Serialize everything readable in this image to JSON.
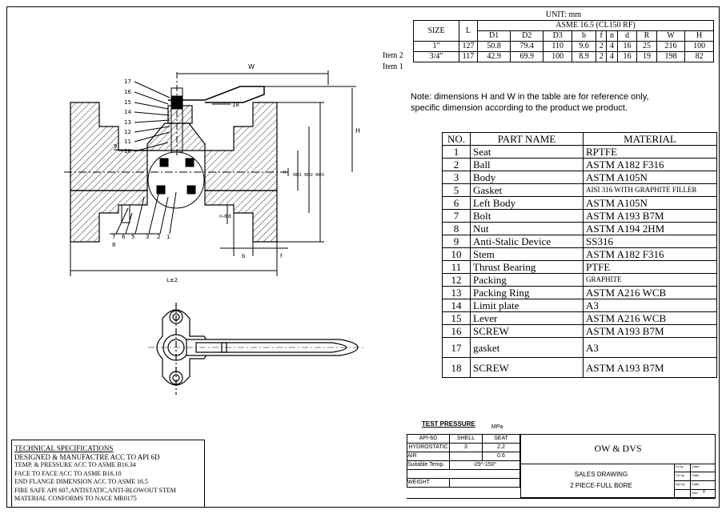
{
  "dim_table": {
    "unit": "UNIT: mm",
    "standard": "ASME 16.5   (CL150 RF)",
    "headers": {
      "size": "SIZE",
      "l": "L",
      "cols": [
        "D1",
        "D2",
        "D3",
        "b",
        "f",
        "n",
        "d",
        "R",
        "W",
        "H"
      ]
    },
    "rows": [
      {
        "item": "Item 2",
        "size": "1\"",
        "l": "127",
        "vals": [
          "50.8",
          "79.4",
          "110",
          "9.6",
          "2",
          "4",
          "16",
          "25",
          "216",
          "100"
        ]
      },
      {
        "item": "Item 1",
        "size": "3/4\"",
        "l": "117",
        "vals": [
          "42.9",
          "69.9",
          "100",
          "8.9",
          "2",
          "4",
          "16",
          "19",
          "198",
          "82"
        ]
      }
    ]
  },
  "note": {
    "line1": "Note: dimensions H and W in the table are for reference only,",
    "line2": "specific dimension according to the  product we product."
  },
  "parts_table": {
    "headers": {
      "no": "NO.",
      "name": "PART NAME",
      "material": "MATERIAL"
    },
    "rows": [
      {
        "no": "1",
        "name": "Seat",
        "material": "RPTFE"
      },
      {
        "no": "2",
        "name": "Ball",
        "material": "ASTM A182 F316"
      },
      {
        "no": "3",
        "name": "Body",
        "material": "ASTM A105N"
      },
      {
        "no": "5",
        "name": "Gasket",
        "material": "AISI 316 WITH GRAPHITE FILLER"
      },
      {
        "no": "6",
        "name": "Left Body",
        "material": "ASTM A105N"
      },
      {
        "no": "7",
        "name": "Bolt",
        "material": "ASTM A193 B7M"
      },
      {
        "no": "8",
        "name": "Nut",
        "material": "ASTM A194 2HM"
      },
      {
        "no": "9",
        "name": "Anti-Stalic Device",
        "material": "SS316"
      },
      {
        "no": "10",
        "name": "Stem",
        "material": "ASTM A182 F316"
      },
      {
        "no": "11",
        "name": "Thrust Bearing",
        "material": "PTFE"
      },
      {
        "no": "12",
        "name": "Packing",
        "material": "GRAPHITE"
      },
      {
        "no": "13",
        "name": "Packing Ring",
        "material": "ASTM A216 WCB"
      },
      {
        "no": "14",
        "name": "Limit plate",
        "material": "A3"
      },
      {
        "no": "15",
        "name": "Lever",
        "material": "ASTM A216 WCB"
      },
      {
        "no": "16",
        "name": "SCREW",
        "material": "ASTM A193 B7M"
      },
      {
        "no": "17",
        "name": "gasket",
        "material": "A3"
      },
      {
        "no": "18",
        "name": "SCREW",
        "material": "ASTM A193 B7M"
      }
    ]
  },
  "test_pressure": {
    "title": "TEST PRESSURE",
    "unit": "MPa",
    "headers": [
      "API-6D",
      "SHELL",
      "SEAT"
    ],
    "rows": [
      [
        "HYDROSTATIC",
        "3",
        "2.2"
      ],
      [
        "AIR",
        "",
        "0.6"
      ]
    ],
    "temp_label": "Suitable Temp.",
    "temp_value": "-29°-150°",
    "weight_label": "WEIGHT"
  },
  "title_block": {
    "company": "OW & DVS",
    "line1": "SALES DRAWING",
    "line2": "2 PIECE-FULL BORE",
    "sign_labels": [
      "Dr by",
      "Ck' by",
      "Apr by"
    ],
    "date_label": "Date",
    "rev_label": "Rev",
    "rev_value": "0"
  },
  "tech_specs": {
    "title": "TECHNICAL  SPECIFICATIONS",
    "lines": [
      "DESIGNED & MANUFACTRE ACC TO API 6D",
      "TEMP. & PRESSURE ACC TO ASME B16.34",
      "FACE TO FACE ACC TO ASME B16.10",
      "END FLANGE DIMENSION ACC TO ASME 16.5",
      "FIRE SAFE API 607,ANTISTATIC,ANTI-BLOWOUT STEM",
      "MATERIAL CONFORMS TO NACE MR0175"
    ]
  },
  "drawing": {
    "dim_labels": {
      "w": "W",
      "h": "H",
      "l": "L±2",
      "b": "b",
      "f": "f",
      "n": "n-Φd",
      "r": "R",
      "d1": "ΦD1",
      "d2": "ΦD2",
      "d3": "ΦD3"
    },
    "callouts_left": [
      "17",
      "16",
      "15",
      "14",
      "13",
      "12",
      "11",
      "10",
      "9"
    ],
    "callout_right": "18",
    "callouts_bottom": [
      "7",
      "6",
      "5",
      "3",
      "2",
      "1"
    ],
    "callout_bottom_extra": "8"
  }
}
